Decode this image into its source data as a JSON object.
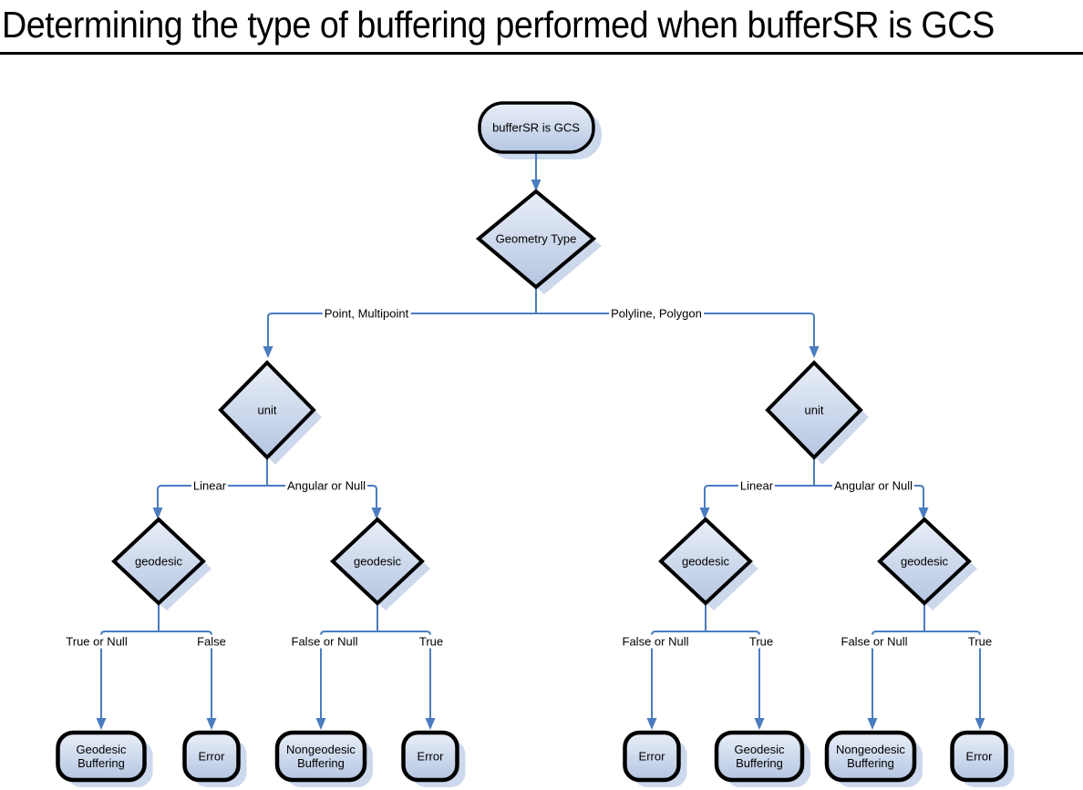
{
  "title": "Determining the type of buffering performed when bufferSR is GCS",
  "nodes": {
    "start": "bufferSR is GCS",
    "decisions": {
      "geometry_type": "Geometry Type",
      "unit_left": "unit",
      "unit_right": "unit",
      "geodesic_1": "geodesic",
      "geodesic_2": "geodesic",
      "geodesic_3": "geodesic",
      "geodesic_4": "geodesic"
    },
    "terminals": [
      "Geodesic Buffering",
      "Error",
      "Nongeodesic Buffering",
      "Error",
      "Error",
      "Geodesic Buffering",
      "Nongeodesic Buffering",
      "Error"
    ]
  },
  "edge_labels": {
    "geometry_split": [
      "Point, Multipoint",
      "Polyline, Polygon"
    ],
    "unit_split_left": [
      "Linear",
      "Angular or Null"
    ],
    "unit_split_right": [
      "Linear",
      "Angular or Null"
    ],
    "geodesic_split_1": [
      "True or Null",
      "False"
    ],
    "geodesic_split_2": [
      "False or Null",
      "True"
    ],
    "geodesic_split_3": [
      "False or Null",
      "True"
    ],
    "geodesic_split_4": [
      "False or Null",
      "True"
    ]
  },
  "colors": {
    "connector": "#4a7cbf",
    "node_border": "#000000",
    "node_fill_light": "#e9eff8",
    "node_fill_dark": "#b5c5e1",
    "shadow": "#ccd8ec"
  }
}
